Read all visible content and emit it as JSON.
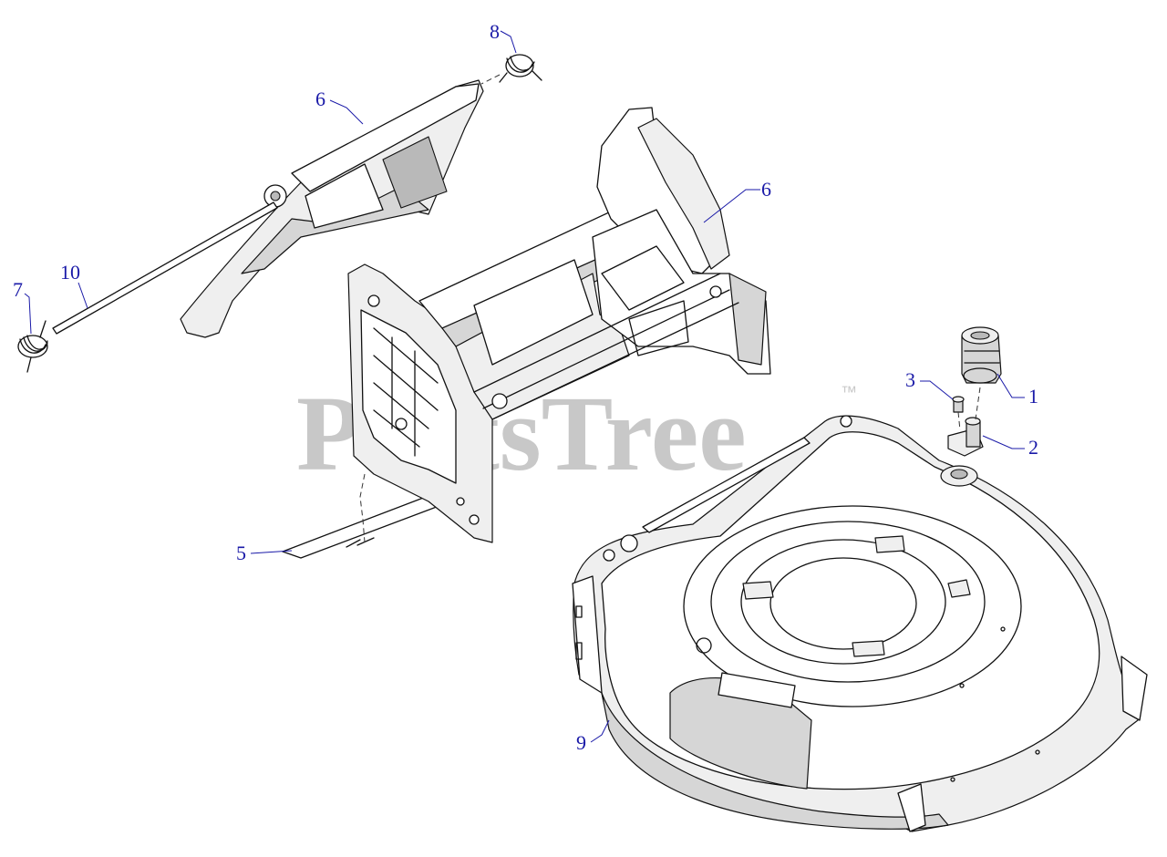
{
  "diagram": {
    "watermark": "PartsTree",
    "trademark": "™",
    "callouts": {
      "c1": "1",
      "c2": "2",
      "c3": "3",
      "c5": "5",
      "c6a": "6",
      "c6b": "6",
      "c7": "7",
      "c8": "8",
      "c9": "9",
      "c10": "10"
    }
  }
}
